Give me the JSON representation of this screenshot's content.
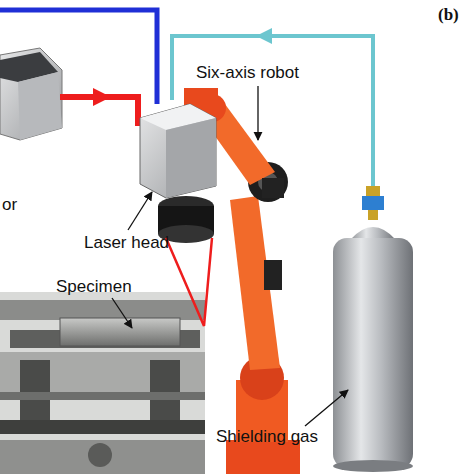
{
  "diagram": {
    "labels": [
      "(b)",
      "or",
      "Six-axis robot",
      "Laser head",
      "Specimen",
      "Shielding gas"
    ]
  }
}
